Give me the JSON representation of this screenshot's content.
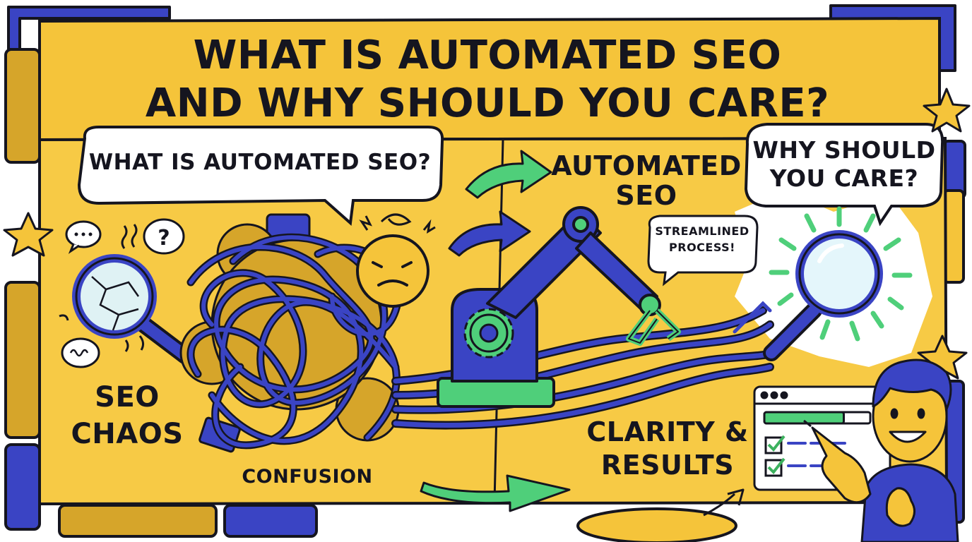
{
  "title": {
    "line1": "WHAT IS AUTOMATED SEO",
    "line2": "AND WHY SHOULD YOU CARE?"
  },
  "bubbles": {
    "what_is": "WHAT IS AUTOMATED SEO?",
    "why_care_line1": "WHY SHOULD",
    "why_care_line2": "YOU CARE?",
    "streamlined_line1": "STREAMLINED",
    "streamlined_line2": "PROCESS!"
  },
  "headings": {
    "automated_line1": "AUTOMATED",
    "automated_line2": "SEO"
  },
  "labels": {
    "seo_chaos_line1": "SEO",
    "seo_chaos_line2": "CHAOS",
    "confusion": "CONFUSION",
    "clarity_line1": "CLARITY &",
    "clarity_line2": "RESULTS"
  },
  "browser_window": {
    "progress": 0.75,
    "checklist_items_checked": 2
  },
  "colors": {
    "background_yellow": "#f5c43a",
    "frame_blue": "#3a44c4",
    "accent_green": "#4fcf7a",
    "ink": "#15151f",
    "paper": "#ffffff"
  },
  "icons": [
    "magnifier-cracked-icon",
    "chat-dots-icon",
    "question-bubble-icon",
    "stressed-face-icon",
    "robot-arm-icon",
    "gear-icon",
    "magnifier-glowing-icon",
    "star-icon",
    "checkbox-checked-icon",
    "arrow-icon",
    "smiling-man-thumbs-up-icon"
  ]
}
